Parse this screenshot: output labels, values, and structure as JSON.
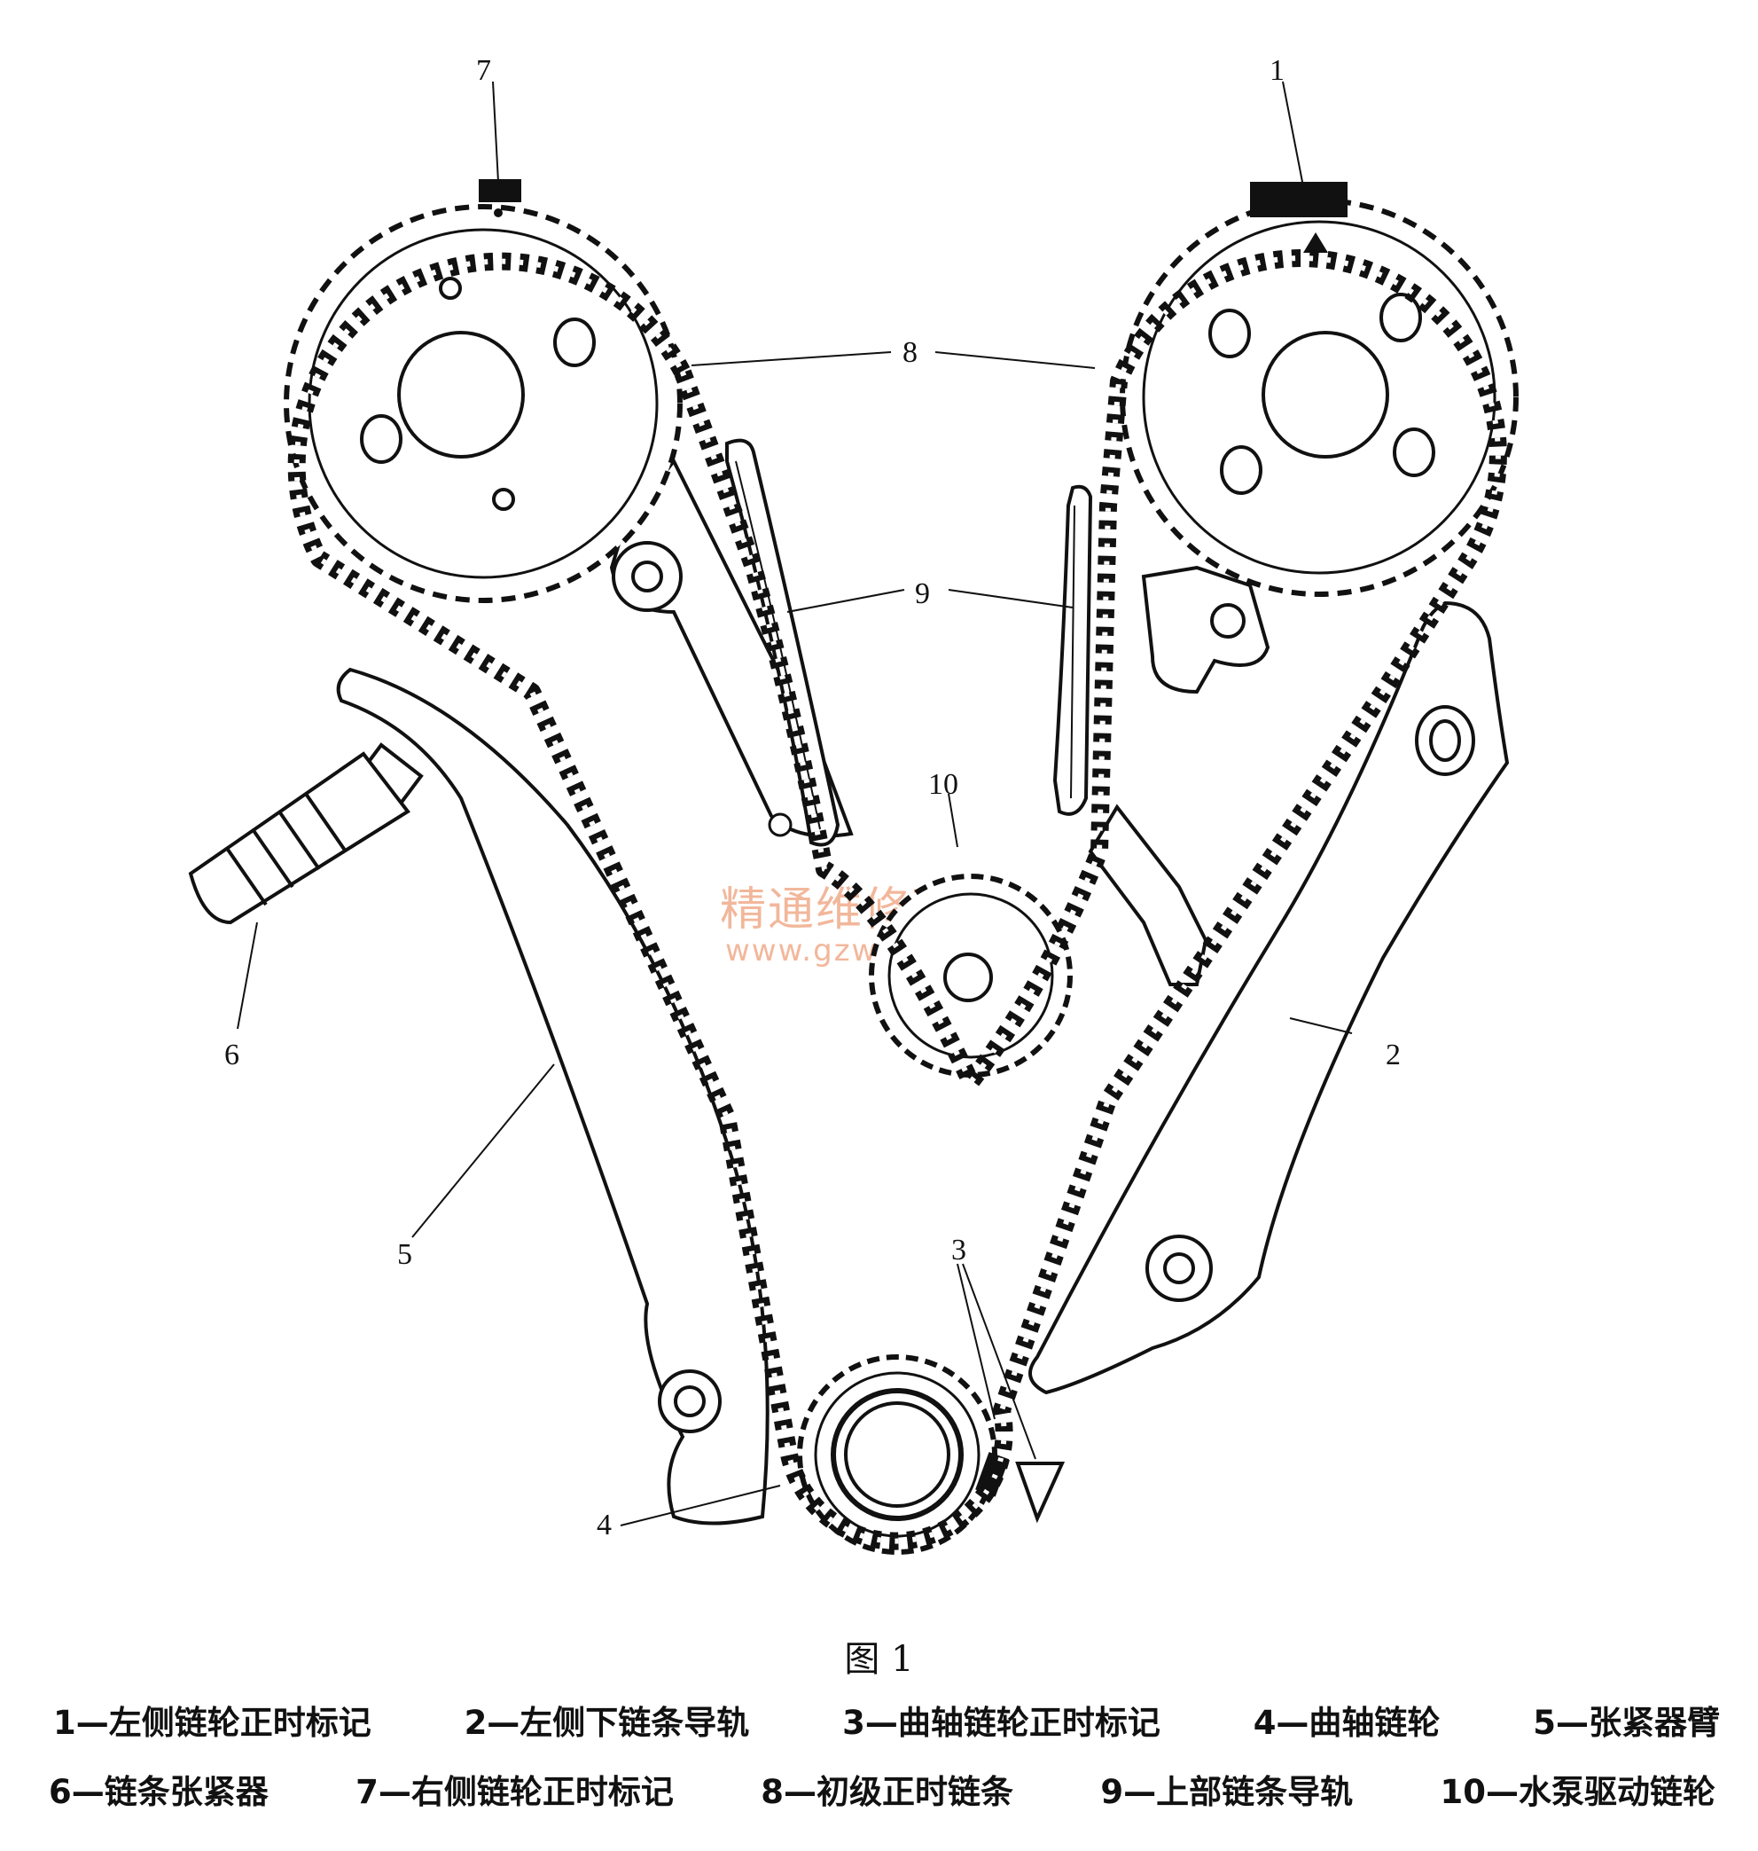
{
  "callouts": [
    "1",
    "2",
    "3",
    "4",
    "5",
    "6",
    "7",
    "8",
    "9",
    "10"
  ],
  "watermark": {
    "line1": "精通维修下载",
    "line2": "www.gzweix.com"
  },
  "figure_title": "图 1",
  "legend": {
    "row1": [
      "1—左侧链轮正时标记",
      "2—左侧下链条导轨",
      "3—曲轴链轮正时标记",
      "4—曲轴链轮",
      "5—张紧器臂"
    ],
    "row2": [
      "6—链条张紧器",
      "7—右侧链轮正时标记",
      "8—初级正时链条",
      "9—上部链条导轨",
      "10—水泵驱动链轮"
    ]
  }
}
